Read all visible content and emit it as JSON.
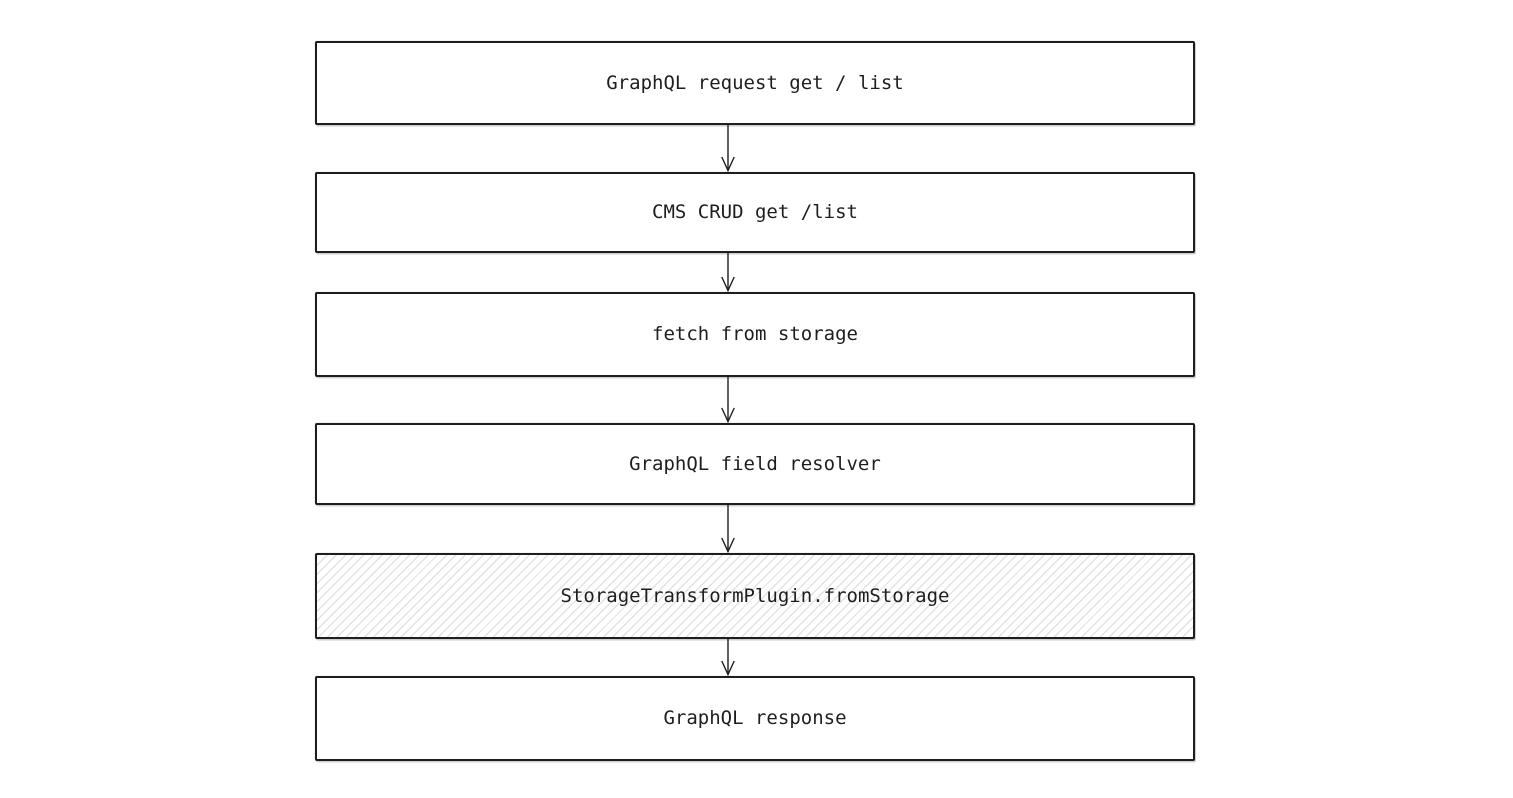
{
  "diagram": {
    "type": "flowchart",
    "direction": "top-down",
    "nodes": [
      {
        "id": "graphql-request",
        "label": "GraphQL request get / list",
        "fill": "solid-white"
      },
      {
        "id": "cms-crud",
        "label": "CMS CRUD get /list",
        "fill": "solid-white"
      },
      {
        "id": "fetch-from-storage",
        "label": "fetch from storage",
        "fill": "solid-white"
      },
      {
        "id": "graphql-field-resolver",
        "label": "GraphQL field resolver",
        "fill": "solid-white"
      },
      {
        "id": "storage-transform-plugin",
        "label": "StorageTransformPlugin.fromStorage",
        "fill": "diagonal-hatch"
      },
      {
        "id": "graphql-response",
        "label": "GraphQL response",
        "fill": "solid-white"
      }
    ],
    "edges": [
      {
        "from": "graphql-request",
        "to": "cms-crud"
      },
      {
        "from": "cms-crud",
        "to": "fetch-from-storage"
      },
      {
        "from": "fetch-from-storage",
        "to": "graphql-field-resolver"
      },
      {
        "from": "graphql-field-resolver",
        "to": "storage-transform-plugin"
      },
      {
        "from": "storage-transform-plugin",
        "to": "graphql-response"
      }
    ],
    "colors": {
      "canvas_background": "#ffffff",
      "node_stroke": "#1e1e1e",
      "node_fill": "#ffffff",
      "hatch_line": "#e2e2e2",
      "text": "#1e1e1e",
      "arrow": "#1e1e1e"
    }
  }
}
